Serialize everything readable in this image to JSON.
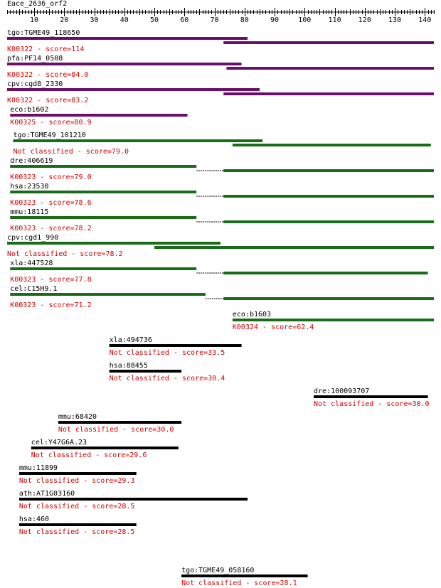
{
  "query": {
    "name": "Eace_2636_orf2",
    "length": 143
  },
  "axis": {
    "ticks": [
      10,
      20,
      30,
      40,
      50,
      60,
      70,
      80,
      90,
      100,
      110,
      120,
      130,
      140
    ]
  },
  "colors": {
    "purple": "#6b0f6b",
    "green": "#1a6b1a",
    "black": "#000000",
    "red": "#d00000",
    "gap": "#000000"
  },
  "hits": [
    {
      "label": "tgo:TGME49_118650",
      "class_text": "K00322 - score=114",
      "color": "purple",
      "segments": [
        [
          1,
          81
        ],
        [
          73,
          143
        ]
      ],
      "links": []
    },
    {
      "label": "pfa:PF14_0508",
      "class_text": "K00322 - score=84.0",
      "color": "purple",
      "segments": [
        [
          1,
          79
        ],
        [
          74,
          143
        ]
      ],
      "links": []
    },
    {
      "label": "cpv:cgd8_2330",
      "class_text": "K00322 - score=83.2",
      "color": "purple",
      "segments": [
        [
          1,
          85
        ],
        [
          73,
          143
        ]
      ],
      "links": []
    },
    {
      "label": "eco:b1602",
      "class_text": "K00325 - score=80.9",
      "color": "purple",
      "segments": [
        [
          2,
          61
        ]
      ],
      "links": []
    },
    {
      "label": "tgo:TGME49_101210",
      "class_text": "Not classified - score=79.0",
      "color": "green",
      "segments": [
        [
          3,
          86
        ],
        [
          76,
          142
        ]
      ],
      "links": []
    },
    {
      "label": "dre:406619",
      "class_text": "K00323 - score=79.0",
      "color": "green",
      "segments": [
        [
          2,
          64
        ],
        [
          73,
          143
        ]
      ],
      "links": [
        [
          64,
          73
        ]
      ]
    },
    {
      "label": "hsa:23530",
      "class_text": "K00323 - score=78.6",
      "color": "green",
      "segments": [
        [
          2,
          64
        ],
        [
          73,
          143
        ]
      ],
      "links": [
        [
          64,
          73
        ]
      ]
    },
    {
      "label": "mmu:18115",
      "class_text": "K00323 - score=78.2",
      "color": "green",
      "segments": [
        [
          2,
          64
        ],
        [
          73,
          143
        ]
      ],
      "links": [
        [
          64,
          73
        ]
      ]
    },
    {
      "label": "cpv:cgd1_990",
      "class_text": "Not classified - score=78.2",
      "color": "green",
      "segments": [
        [
          1,
          72
        ],
        [
          50,
          143
        ]
      ],
      "links": []
    },
    {
      "label": "xla:447528",
      "class_text": "K00323 - score=77.8",
      "color": "green",
      "segments": [
        [
          2,
          64
        ],
        [
          73,
          141
        ]
      ],
      "links": [
        [
          64,
          73
        ]
      ]
    },
    {
      "label": "cel:C15H9.1",
      "class_text": "K00323 - score=71.2",
      "color": "green",
      "segments": [
        [
          2,
          67
        ],
        [
          73,
          143
        ]
      ],
      "links": [
        [
          67,
          73
        ]
      ]
    },
    {
      "label": "eco:b1603",
      "class_text": "K00324 - score=62.4",
      "color": "green",
      "segments": [
        [
          76,
          143
        ]
      ],
      "links": []
    },
    {
      "label": "xla:494736",
      "class_text": "Not classified - score=33.5",
      "color": "black",
      "segments": [
        [
          35,
          79
        ]
      ],
      "links": []
    },
    {
      "label": "hsa:88455",
      "class_text": "Not classified - score=30.4",
      "color": "black",
      "segments": [
        [
          35,
          59
        ]
      ],
      "links": []
    },
    {
      "label": "dre:100093707",
      "class_text": "Not classified - score=30.0",
      "color": "black",
      "segments": [
        [
          103,
          141
        ]
      ],
      "links": []
    },
    {
      "label": "mmu:68420",
      "class_text": "Not classified - score=30.0",
      "color": "black",
      "segments": [
        [
          18,
          59
        ]
      ],
      "links": []
    },
    {
      "label": "cel:Y47G6A.23",
      "class_text": "Not classified - score=29.6",
      "color": "black",
      "segments": [
        [
          9,
          58
        ]
      ],
      "links": []
    },
    {
      "label": "mmu:11899",
      "class_text": "Not classified - score=29.3",
      "color": "black",
      "segments": [
        [
          5,
          44
        ]
      ],
      "links": []
    },
    {
      "label": "ath:AT1G03160",
      "class_text": "Not classified - score=28.5",
      "color": "black",
      "segments": [
        [
          5,
          81
        ]
      ],
      "links": []
    },
    {
      "label": "hsa:460",
      "class_text": "Not classified - score=28.5",
      "color": "black",
      "segments": [
        [
          5,
          44
        ]
      ],
      "links": []
    },
    {
      "label": "tgo:TGME49_058160",
      "class_text": "Not classified - score=28.1",
      "color": "black",
      "segments": [
        [
          59,
          101
        ]
      ],
      "links": []
    }
  ]
}
